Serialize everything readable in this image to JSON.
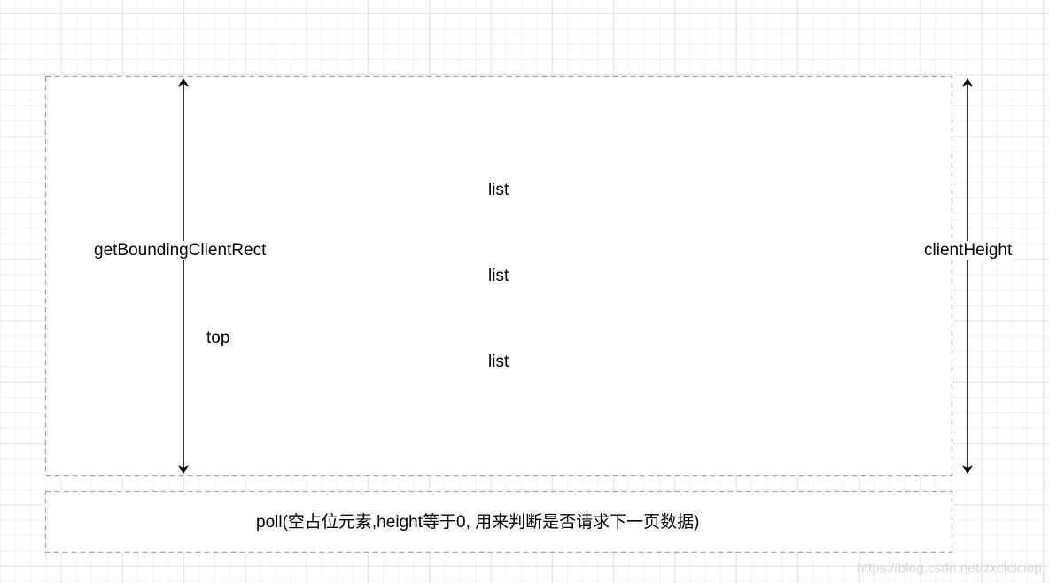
{
  "diagram": {
    "list_container": {
      "items": [
        {
          "label": "list"
        },
        {
          "label": "list"
        },
        {
          "label": "list"
        }
      ],
      "left_measure": {
        "label": "getBoundingClientRect",
        "sublabel": "top"
      },
      "right_measure": {
        "label": "clientHeight"
      }
    },
    "poll_element": {
      "label": "poll(空占位元素,height等于0, 用来判断是否请求下一页数据)"
    },
    "colors": {
      "border_dash": "#a6a6a6",
      "arrow": "#000000",
      "grid_major": "#e4e4e4",
      "grid_minor": "#f1f1f1"
    }
  },
  "watermark": "https://blog.csdn.net/zxclclciop"
}
